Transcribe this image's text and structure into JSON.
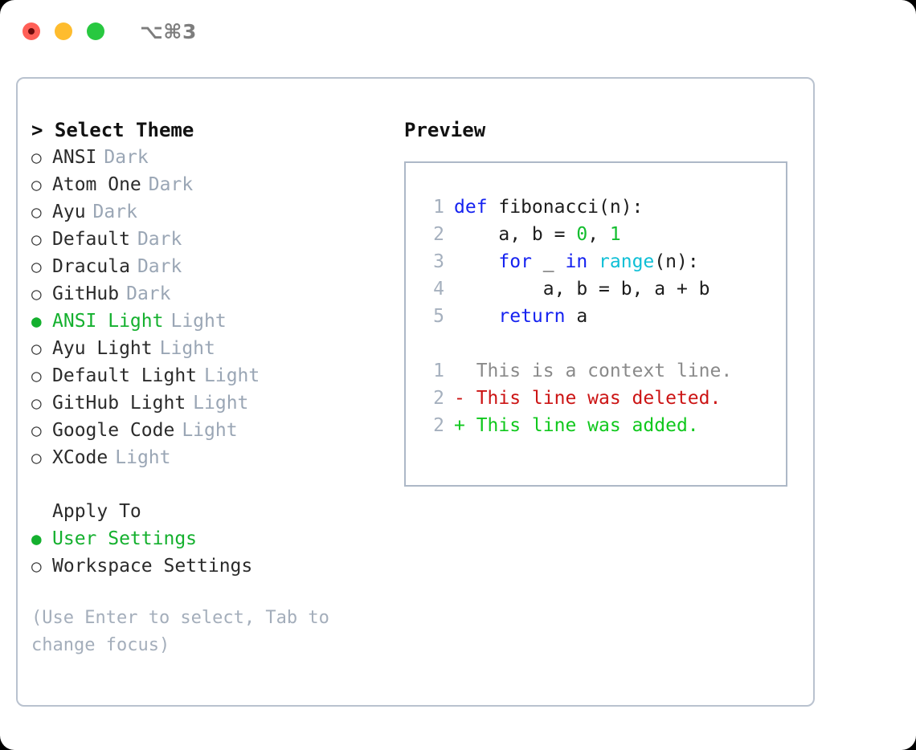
{
  "titlebar": {
    "lights": [
      {
        "name": "close-button",
        "color": "#ff5f57"
      },
      {
        "name": "minimize-button",
        "color": "#febc2e"
      },
      {
        "name": "maximize-button",
        "color": "#28c840"
      }
    ],
    "shortcut": "⌥⌘3"
  },
  "left": {
    "header": "> Select Theme",
    "themes": [
      {
        "marker": "○",
        "name": "ANSI",
        "variant": "Dark",
        "selected": false
      },
      {
        "marker": "○",
        "name": "Atom One",
        "variant": "Dark",
        "selected": false
      },
      {
        "marker": "○",
        "name": "Ayu",
        "variant": "Dark",
        "selected": false
      },
      {
        "marker": "○",
        "name": "Default",
        "variant": "Dark",
        "selected": false
      },
      {
        "marker": "○",
        "name": "Dracula",
        "variant": "Dark",
        "selected": false
      },
      {
        "marker": "○",
        "name": "GitHub",
        "variant": "Dark",
        "selected": false
      },
      {
        "marker": "●",
        "name": "ANSI Light",
        "variant": "Light",
        "selected": true
      },
      {
        "marker": "○",
        "name": "Ayu Light",
        "variant": "Light",
        "selected": false
      },
      {
        "marker": "○",
        "name": "Default Light",
        "variant": "Light",
        "selected": false
      },
      {
        "marker": "○",
        "name": "GitHub Light",
        "variant": "Light",
        "selected": false
      },
      {
        "marker": "○",
        "name": "Google Code",
        "variant": "Light",
        "selected": false
      },
      {
        "marker": "○",
        "name": "XCode",
        "variant": "Light",
        "selected": false
      }
    ],
    "apply_to_label": "Apply To",
    "apply_to_options": [
      {
        "marker": "●",
        "name": "User Settings",
        "selected": true
      },
      {
        "marker": "○",
        "name": "Workspace Settings",
        "selected": false
      }
    ],
    "hint": "(Use Enter to select, Tab to change focus)"
  },
  "right": {
    "preview_title": "Preview",
    "code_lines": [
      {
        "no": "1",
        "tokens": [
          {
            "t": "def ",
            "c": "kw"
          },
          {
            "t": "fibonacci(n):",
            "c": "plain"
          }
        ]
      },
      {
        "no": "2",
        "tokens": [
          {
            "t": "    a, b = ",
            "c": "plain"
          },
          {
            "t": "0",
            "c": "num"
          },
          {
            "t": ", ",
            "c": "plain"
          },
          {
            "t": "1",
            "c": "num"
          }
        ]
      },
      {
        "no": "3",
        "tokens": [
          {
            "t": "    ",
            "c": "plain"
          },
          {
            "t": "for",
            "c": "kw"
          },
          {
            "t": " _ ",
            "c": "plain"
          },
          {
            "t": "in",
            "c": "kw"
          },
          {
            "t": " ",
            "c": "plain"
          },
          {
            "t": "range",
            "c": "fn"
          },
          {
            "t": "(n):",
            "c": "plain"
          }
        ]
      },
      {
        "no": "4",
        "tokens": [
          {
            "t": "        a, b = b, a + b",
            "c": "plain"
          }
        ]
      },
      {
        "no": "5",
        "tokens": [
          {
            "t": "    ",
            "c": "plain"
          },
          {
            "t": "return",
            "c": "kw"
          },
          {
            "t": " a",
            "c": "plain"
          }
        ]
      }
    ],
    "diff_lines": [
      {
        "no": "1",
        "kind": "context",
        "text": "  This is a context line."
      },
      {
        "no": "2",
        "kind": "del",
        "text": "- This line was deleted."
      },
      {
        "no": "2",
        "kind": "add",
        "text": "+ This line was added."
      }
    ]
  },
  "colors": {
    "accent_green": "#14b02e",
    "muted": "#9aa6b5",
    "keyword_blue": "#1522f0",
    "function_cyan": "#0fbfd6",
    "number_green": "#12bd2e",
    "diff_del_red": "#cc1414",
    "diff_add_green": "#10c81d",
    "border": "#b9c2cf"
  }
}
